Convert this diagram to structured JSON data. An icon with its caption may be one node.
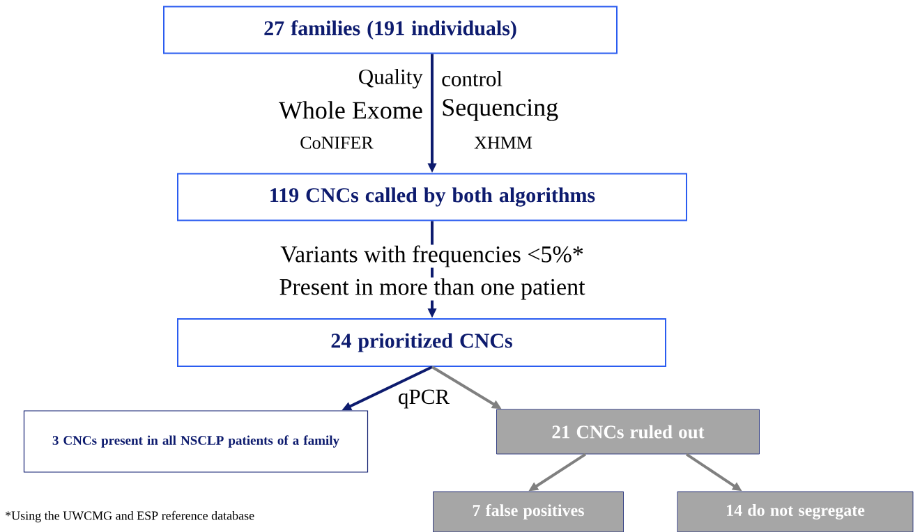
{
  "diagram": {
    "nodes": [
      {
        "text": [
          "27 families (191 individuals)"
        ]
      },
      {
        "text": [
          "119 CNCs called by both algorithms"
        ]
      },
      {
        "text": [
          "24 prioritized CNCs"
        ]
      },
      {
        "text": [
          "3 CNCs present in all NSCLP patients of a family"
        ]
      },
      {
        "text": [
          "21 CNCs ruled out"
        ]
      },
      {
        "text": [
          "7 false positives"
        ]
      },
      {
        "text": [
          "14 do not segregate"
        ]
      }
    ],
    "edges": [
      {
        "from": 0,
        "to": 1,
        "arrow": "to",
        "color": "#0d1b6e"
      },
      {
        "from": 1,
        "to": 2,
        "arrow": "to",
        "color": "#0d1b6e"
      },
      {
        "from": 2,
        "to": 3,
        "arrow": "to",
        "color": "#0d1b6e"
      },
      {
        "from": 2,
        "to": 4,
        "arrow": "to",
        "color": "#808080"
      },
      {
        "from": 4,
        "to": 5,
        "arrow": "to",
        "color": "#808080"
      },
      {
        "from": 4,
        "to": 6,
        "arrow": "to",
        "color": "#808080"
      }
    ],
    "labels": [
      "Quality",
      "control",
      "Whole Exome",
      "Sequencing",
      "CoNIFER",
      "XHMM",
      "Variants with frequencies <5%*",
      "Present in more than one patient",
      "qPCR",
      "*Using the UWCMG and ESP reference database"
    ]
  }
}
